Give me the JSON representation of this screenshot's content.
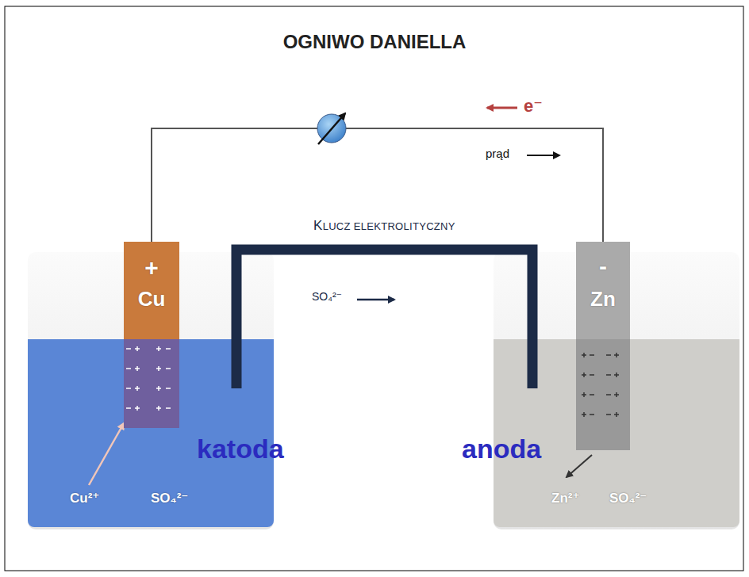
{
  "diagram": {
    "title": "OGNIWO DANIELLA",
    "nodes": [
      {
        "text": [
          "Cu²⁺",
          "SO₄²⁻",
          "katoda"
        ]
      },
      {
        "text": [
          "+",
          "Cu"
        ],
        "in": 0
      },
      {
        "text": [
          "Zn²⁺",
          "SO₄²⁻",
          "anoda"
        ]
      },
      {
        "text": [
          "-",
          "Zn"
        ],
        "in": 2
      }
    ],
    "edges": [
      {
        "from": 1,
        "to": 3,
        "arrow": "none"
      },
      {
        "from": 0,
        "to": 2,
        "label": "KLUCZ ELEKTROLITYCZNY",
        "arrow": "none"
      }
    ],
    "labels": [
      "e⁻",
      "prąd",
      "SO₄²⁻"
    ]
  }
}
